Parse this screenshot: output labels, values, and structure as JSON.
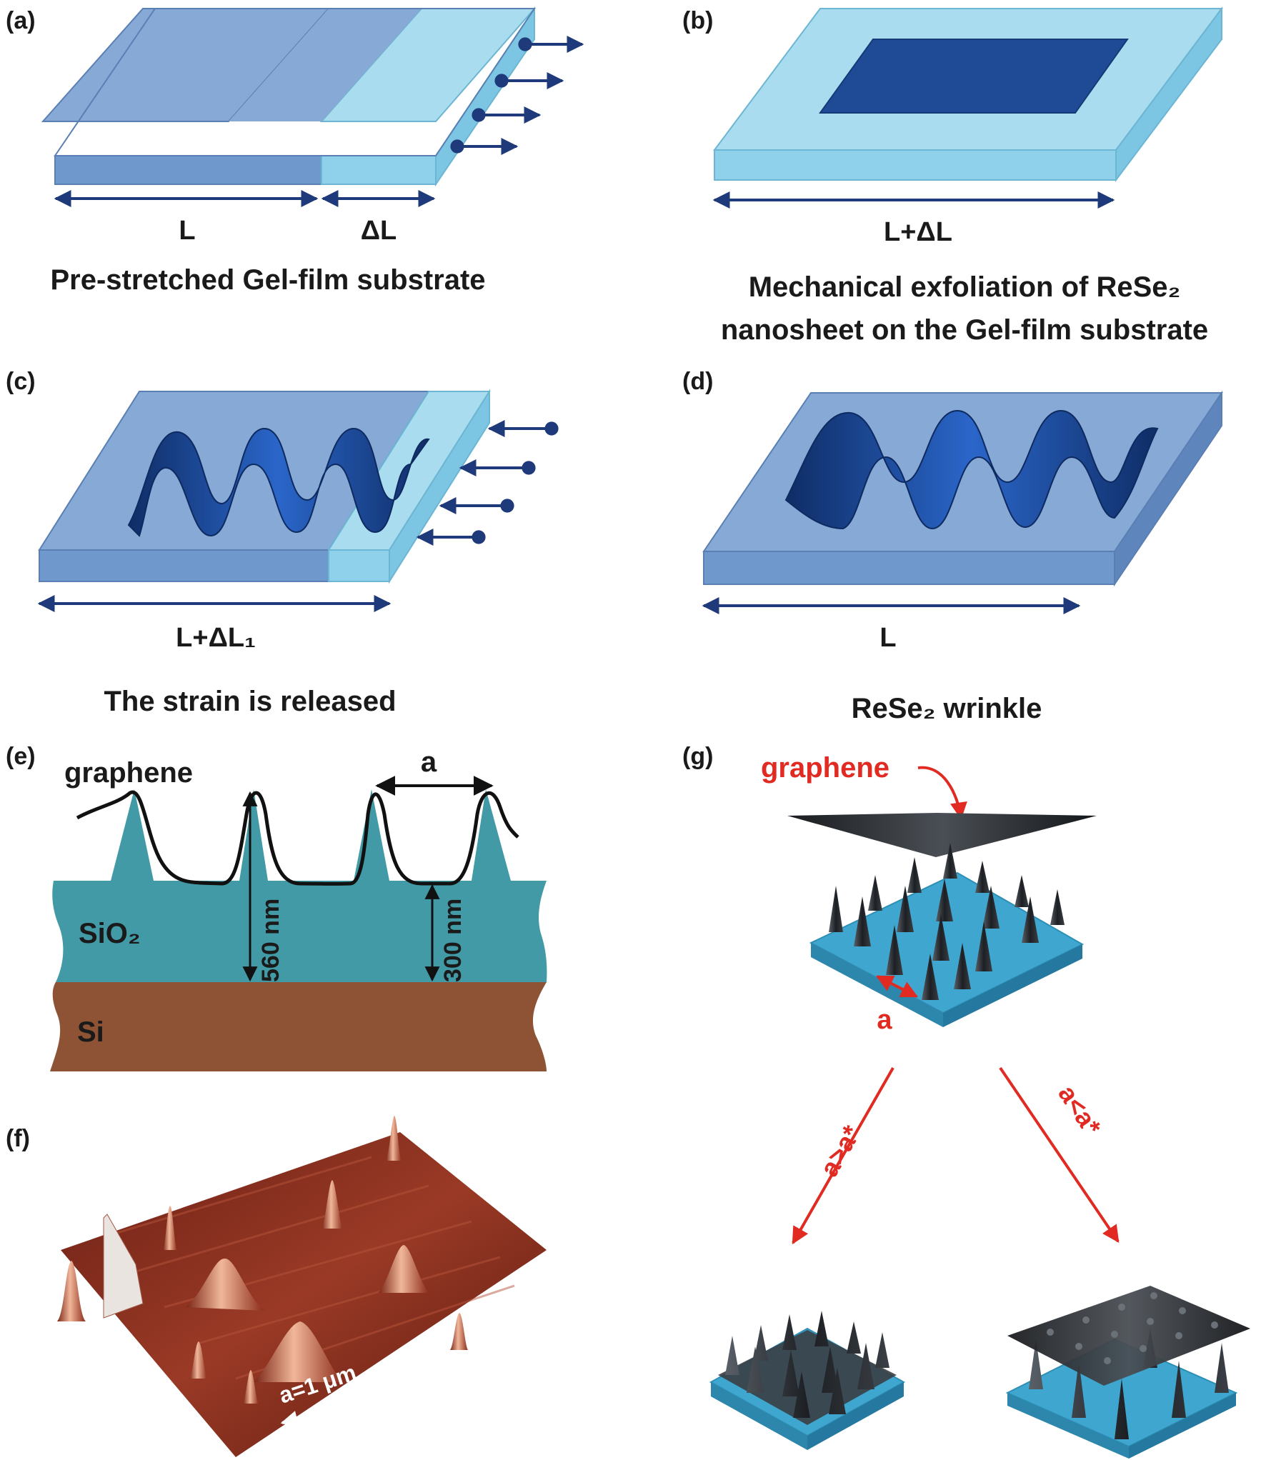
{
  "panels": {
    "a": {
      "tag": "(a)",
      "dim_L": "L",
      "dim_dL": "ΔL",
      "caption": "Pre-stretched Gel-film substrate"
    },
    "b": {
      "tag": "(b)",
      "dim": "L+ΔL",
      "caption_line1": "Mechanical exfoliation of ReSe₂",
      "caption_line2": "nanosheet on the Gel-film substrate"
    },
    "c": {
      "tag": "(c)",
      "dim": "L+ΔL₁",
      "caption": "The strain is released"
    },
    "d": {
      "tag": "(d)",
      "dim": "L",
      "caption": "ReSe₂ wrinkle"
    },
    "e": {
      "tag": "(e)",
      "graphene": "graphene",
      "period": "a",
      "sio2": "SiO₂",
      "si": "Si",
      "height1": "560 nm",
      "height2": "300 nm"
    },
    "f": {
      "tag": "(f)",
      "scale": "a=1 μm"
    },
    "g": {
      "tag": "(g)",
      "graphene": "graphene",
      "period": "a",
      "branch_left": "a>a*",
      "branch_right": "a<a*"
    }
  },
  "colors": {
    "substrate_top": "#86a9d6",
    "substrate_front": "#6f98cc",
    "stretched_top": "#a9dcee",
    "stretched_front": "#8fd0ea",
    "nanosheet": "#1f4a95",
    "wrinkle": "#17489b",
    "arrow": "#1f3a7a",
    "sio2": "#429aa6",
    "si": "#8e5334",
    "afm": "#8a2a1e",
    "annotation_red": "#e02a22",
    "pillar_base": "#3fa7cf",
    "spike": "#2f3338"
  }
}
